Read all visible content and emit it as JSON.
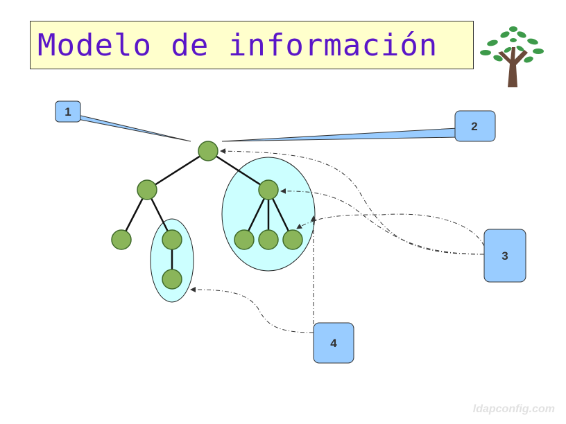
{
  "title": "Modelo de información",
  "logo_icon": "tree-icon",
  "callouts": {
    "c1": "1",
    "c2": "2",
    "c3": "3",
    "c4": "4"
  },
  "watermark": "ldapconfig.com",
  "colors": {
    "node_fill": "#8ab55a",
    "node_stroke": "#3f6a2a",
    "subtree_fill": "#ccffff",
    "callout_fill": "#99ccff",
    "title_bg": "#ffffcc",
    "title_text": "#5a16c8"
  }
}
